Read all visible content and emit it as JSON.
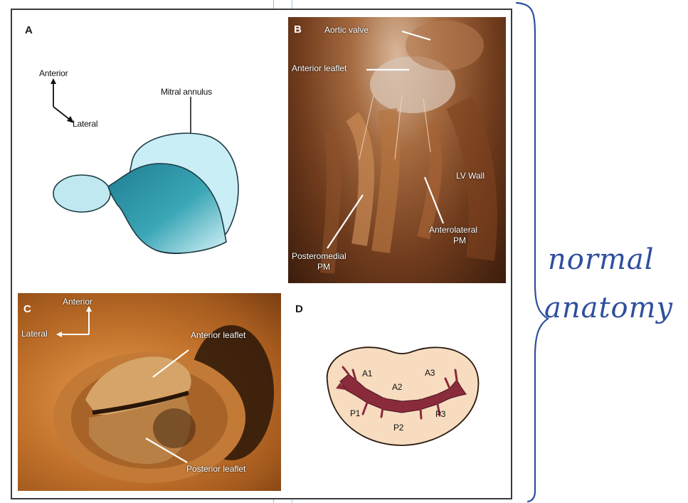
{
  "panels": {
    "a": {
      "letter": "A",
      "orientation_up": "Anterior",
      "orientation_side": "Lateral",
      "structure_label": "Mitral annulus"
    },
    "b": {
      "letter": "B",
      "labels": {
        "aortic_valve": "Aortic valve",
        "anterior_leaflet": "Anterior leaflet",
        "lv_wall": "LV Wall",
        "anterolateral_line1": "Anterolateral",
        "anterolateral_line2": "PM",
        "posteromedial_line1": "Posteromedial",
        "posteromedial_line2": "PM"
      }
    },
    "c": {
      "letter": "C",
      "orientation_up": "Anterior",
      "orientation_side": "Lateral",
      "anterior_leaflet": "Anterior leaflet",
      "posterior_leaflet": "Posterior leaflet"
    },
    "d": {
      "letter": "D",
      "scallops": {
        "a1": "A1",
        "a2": "A2",
        "a3": "A3",
        "p1": "P1",
        "p2": "P2",
        "p3": "P3"
      }
    }
  },
  "annotation": {
    "line1": "normal",
    "line2": "anatomy"
  },
  "colors": {
    "annulus_fill": "#c9eef5",
    "leaflet_dark": "#1f7f92",
    "valve_fill": "#f7dcc0",
    "closure_line": "#8a2b3c",
    "ink_blue": "#2f4f9e"
  }
}
